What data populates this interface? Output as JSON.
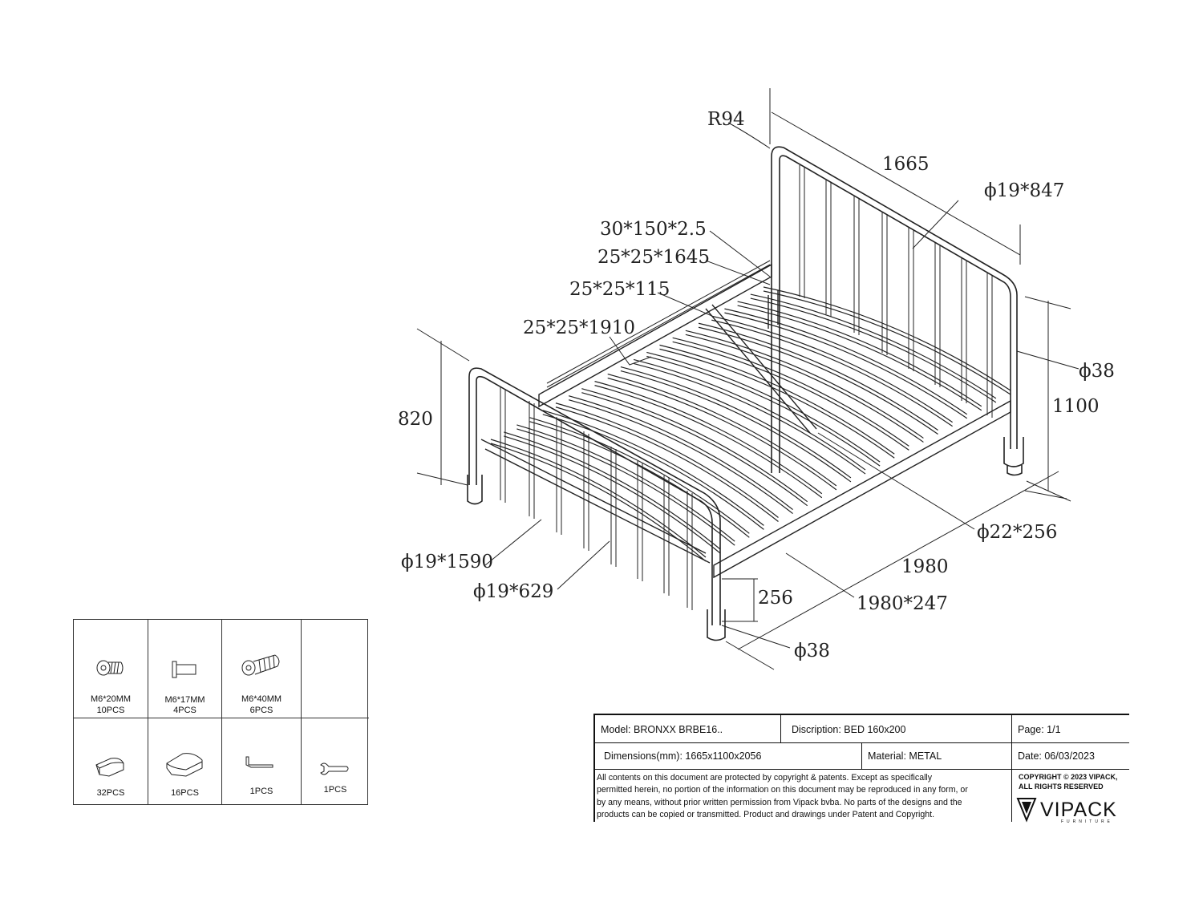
{
  "dimensions": {
    "r94": "R94",
    "width_1665": "1665",
    "phi19_847": "ϕ19*847",
    "d30_150": "30*150*2.5",
    "d25_1645": "25*25*1645",
    "d25_115": "25*25*115",
    "d25_1910": "25*25*1910",
    "h820": "820",
    "phi38_top": "ϕ38",
    "h1100": "1100",
    "phi22_256": "ϕ22*256",
    "phi19_1590": "ϕ19*1590",
    "l1980": "1980",
    "phi19_629": "ϕ19*629",
    "h256": "256",
    "d1980_247": "1980*247",
    "phi38_bottom": "ϕ38"
  },
  "parts": [
    {
      "name": "M6*20MM",
      "qty": "10PCS",
      "icon": "hex-socket-screw-short-icon"
    },
    {
      "name": "M6*17MM",
      "qty": "4PCS",
      "icon": "bolt-pin-icon"
    },
    {
      "name": "M6*40MM",
      "qty": "6PCS",
      "icon": "hex-socket-screw-long-icon"
    },
    {
      "name": "",
      "qty": "",
      "icon": ""
    },
    {
      "name": "",
      "qty": "32PCS",
      "icon": "slat-cap-small-icon"
    },
    {
      "name": "",
      "qty": "16PCS",
      "icon": "slat-cap-large-icon"
    },
    {
      "name": "",
      "qty": "1PCS",
      "icon": "allen-key-icon"
    },
    {
      "name": "",
      "qty": "1PCS",
      "icon": "wrench-icon"
    }
  ],
  "title_block": {
    "model": "Model: BRONXX BRBE16..",
    "description": "Discription: BED 160x200",
    "page": "Page: 1/1",
    "dimensions": "Dimensions(mm): 1665x1100x2056",
    "material": "Material: METAL",
    "date": "Date: 06/03/2023",
    "legal_lines": [
      "All contents on this document are protected by copyright & patents. Except as specifically",
      "permitted herein, no portion of the information on this document may be reproduced in any form, or",
      "by any means, without prior written permission from Vipack bvba. No parts of the designs and the",
      "products can be copied or transmitted. Product and drawings under Patent and Copyright."
    ],
    "copyright_line1": "COPYRIGHT © 2023 VIPACK,",
    "copyright_line2": "ALL RIGHTS RESERVED",
    "logo_text": "VIPACK",
    "logo_sub": "FURNITURE"
  }
}
